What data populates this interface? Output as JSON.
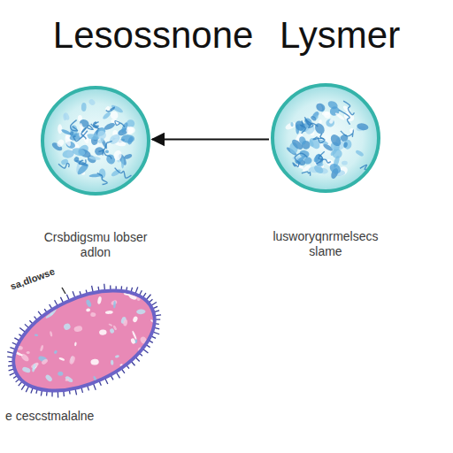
{
  "diagram": {
    "title": "Lesossnone Lysmer",
    "nodes": [
      {
        "text": [
          "Crsbdigsmu lobser adlon"
        ]
      },
      {
        "text": [
          "lusworyqnrmelsecs slame"
        ]
      },
      {
        "text": [
          "e cescstmalalne"
        ]
      }
    ],
    "edges": [
      {
        "from": 1,
        "to": 0,
        "arrow": "to"
      }
    ],
    "labels": [
      "sa,dlowse"
    ]
  }
}
